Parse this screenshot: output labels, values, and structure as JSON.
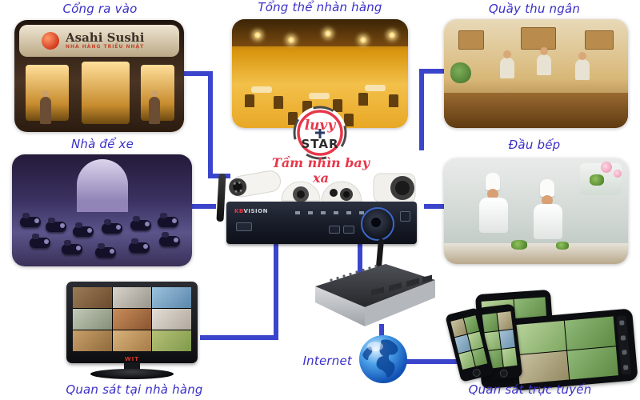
{
  "colors": {
    "label_text": "#3a2fc8",
    "connector": "#3b45cc",
    "brand_red": "#e8374a"
  },
  "labels": {
    "entrance": "Cổng ra vào",
    "overview": "Tổng thể nhàn hàng",
    "cashier": "Quầy thu ngân",
    "garage": "Nhà để xe",
    "chef": "Đầu bếp",
    "monitor_view": "Quan sát tại nhà hàng",
    "online_view": "Quan sát trực tuyến",
    "internet": "Internet"
  },
  "logo": {
    "name_script": "luvy",
    "name_caps": "STAR",
    "tagline": "Tầm nhìn bay xa"
  },
  "entrance_sign": {
    "title": "Asahi Sushi",
    "subtitle": "NHÀ HÀNG TRIỀU NHẬT"
  },
  "dvr": {
    "brand_prefix": "KB",
    "brand_suffix": "VISION"
  },
  "monitor": {
    "brand": "WIT"
  }
}
